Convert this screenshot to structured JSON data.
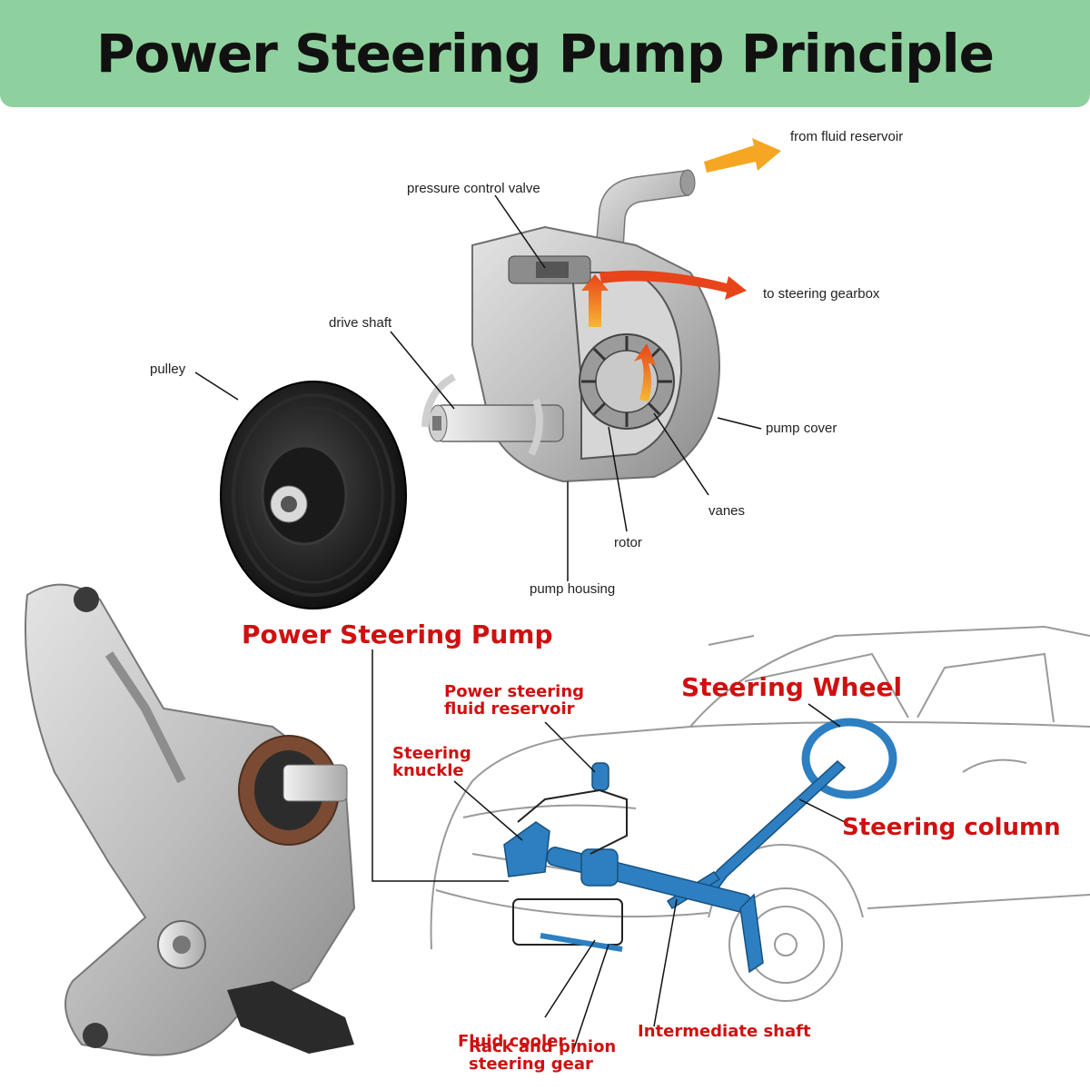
{
  "title": "Power Steering Pump Principle",
  "colors": {
    "banner": "#8fd19e",
    "callout_red": "#d01010",
    "flow_orange": "#f5a623",
    "system_blue": "#2d7fc1"
  },
  "pump_diagram": {
    "labels": {
      "from_reservoir": "from fluid reservoir",
      "pressure_valve": "pressure control valve",
      "to_gearbox": "to steering gearbox",
      "drive_shaft": "drive shaft",
      "pulley": "pulley",
      "pump_cover": "pump cover",
      "vanes": "vanes",
      "rotor": "rotor",
      "pump_housing": "pump housing"
    }
  },
  "car_diagram": {
    "labels": {
      "power_steering_pump": "Power Steering Pump",
      "reservoir_line1": "Power steering",
      "reservoir_line2": "fluid reservoir",
      "knuckle_line1": "Steering",
      "knuckle_line2": "knuckle",
      "steering_wheel": "Steering Wheel",
      "steering_column": "Steering column",
      "fluid_cooler": "Fluid cooler",
      "rack_line1": "Rack and pinion",
      "rack_line2": "steering gear",
      "intermediate_shaft": "Intermediate shaft"
    }
  }
}
